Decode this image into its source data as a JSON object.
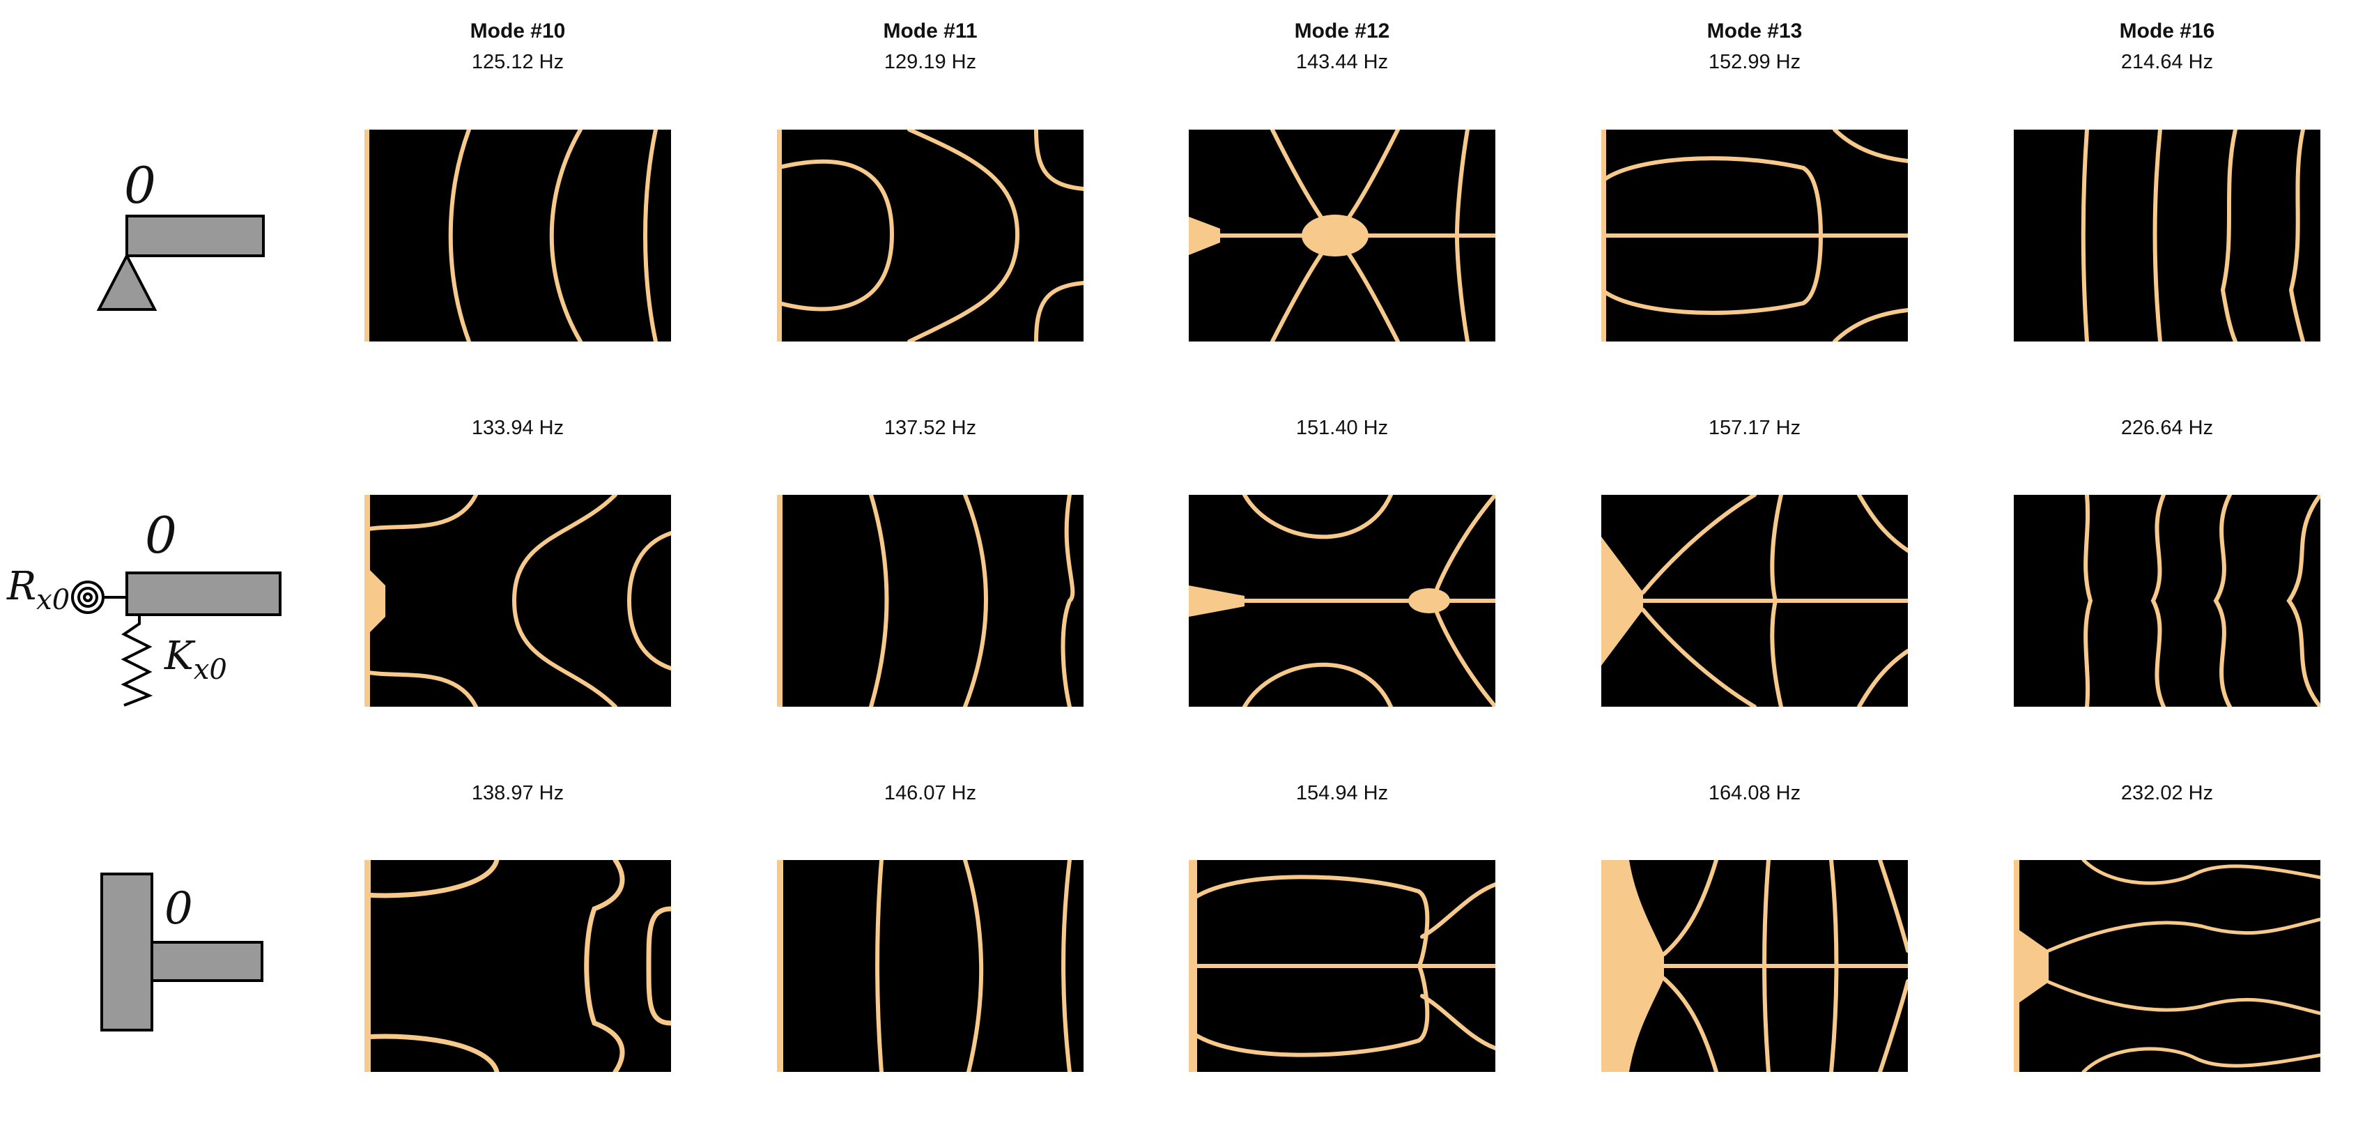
{
  "columns": [
    {
      "mode": "Mode #10",
      "freqs": [
        "125.12 Hz",
        "133.94 Hz",
        "138.97 Hz"
      ]
    },
    {
      "mode": "Mode #11",
      "freqs": [
        "129.19 Hz",
        "137.52 Hz",
        "146.07 Hz"
      ]
    },
    {
      "mode": "Mode #12",
      "freqs": [
        "143.44 Hz",
        "151.40 Hz",
        "154.94 Hz"
      ]
    },
    {
      "mode": "Mode #13",
      "freqs": [
        "152.99 Hz",
        "157.17 Hz",
        "164.08 Hz"
      ]
    },
    {
      "mode": "Mode #16",
      "freqs": [
        "214.64 Hz",
        "226.64 Hz",
        "232.02 Hz"
      ]
    }
  ],
  "boundary_conditions": {
    "row1": {
      "origin_label": "0"
    },
    "row2": {
      "origin_label": "0",
      "rotational_label": "R",
      "rotational_sub": "x0",
      "spring_label": "K",
      "spring_sub": "x0"
    },
    "row3": {
      "origin_label": "0"
    }
  },
  "colors": {
    "background": "#000000",
    "nodal_line": "#f7c98b",
    "support": "#999999"
  }
}
